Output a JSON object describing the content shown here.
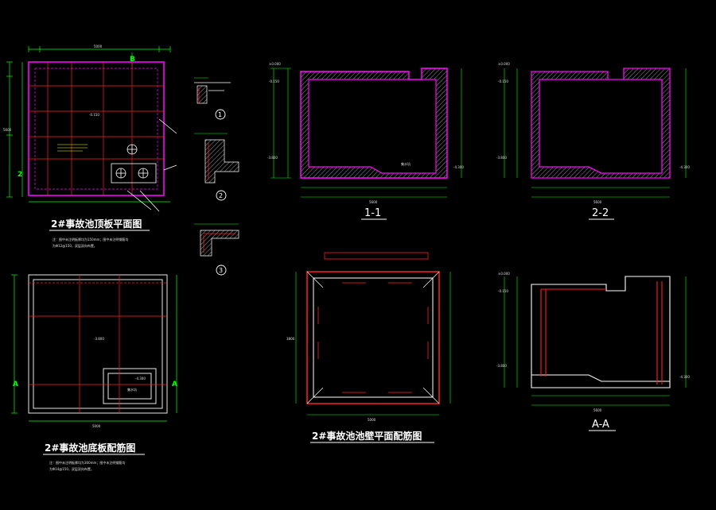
{
  "drawings": {
    "top_slab": {
      "title": "2#事故池顶板平面图",
      "note_line1": "注：图中未注明板厚均为150mm；图中未注明钢筋均",
      "note_line2": "为Φ12@150，双层双向布置。",
      "dim_top": "5000",
      "dim_left": "5600",
      "label_b": "B",
      "label_2": "2",
      "level": "-0.150"
    },
    "details": {
      "mark1": "1",
      "mark2": "2",
      "mark3": "3"
    },
    "bottom_slab": {
      "title": "2#事故池底板配筋图",
      "note_line1": "注：图中未注明板厚均为300mm；图中未注明钢筋均",
      "note_line2": "为Φ14@150，双层双向布置。",
      "label_a_left": "A",
      "label_a_right": "A",
      "level_center": "-3.800",
      "level_sump": "-4.300",
      "sump_label": "集水坑",
      "dim_bottom": "5000"
    },
    "section_1_1": {
      "title": "1-1",
      "level_top": "±0.000",
      "level_top2": "-0.150",
      "level_bottom": "-3.800",
      "level_sump": "-4.300",
      "sump_label": "集水坑",
      "dim_overall": "5600"
    },
    "section_2_2": {
      "title": "2-2",
      "level_top": "±0.000",
      "level_top2": "-0.150",
      "level_bottom": "-3.800",
      "level_sump": "-4.300",
      "dim_overall": "5600"
    },
    "wall_plan": {
      "title": "2#事故池池壁平面配筋图",
      "dim_bottom": "5000",
      "dim_left": "3800"
    },
    "section_a_a": {
      "title": "A-A",
      "level_top": "±0.000",
      "level_top2": "-0.150",
      "level_bottom": "-3.800",
      "level_sump": "-4.300",
      "dim_overall": "5600"
    }
  },
  "colors": {
    "background": "#000000",
    "wall_outline": "#ff00ff",
    "grid_red": "#ff2020",
    "dimension_green": "#00ff00",
    "white_line": "#ffffff",
    "hatch_grey": "#cccccc"
  }
}
